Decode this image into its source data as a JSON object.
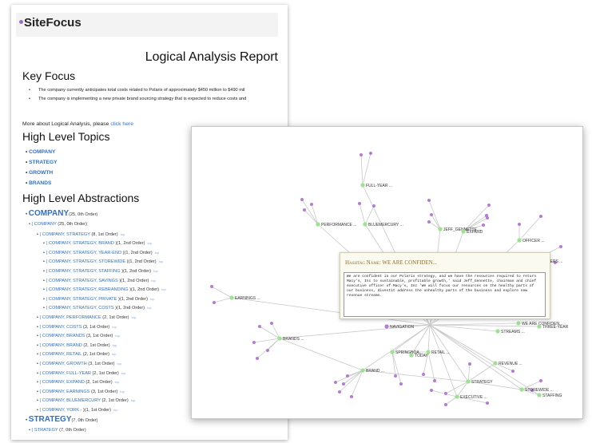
{
  "report": {
    "logo": "SiteFocus",
    "title": "Logical Analysis Report",
    "key_focus_heading": "Key Focus",
    "key_focus": [
      "The company currently anticipates total costs related to Polaris of approximately $450 million to $490 mil",
      "The company is implementing a new private brand sourcing strategy that is expected to reduce costs and"
    ],
    "more_prefix": "More about Logical Analysis, please ",
    "more_link": "click here",
    "topics_heading": "High Level Topics",
    "topics": [
      "COMPANY",
      "STRATEGY",
      "GROWTH",
      "BRANDS"
    ],
    "abstractions_heading": "High Level Abstractions",
    "abstractions": [
      {
        "level": "top",
        "label": "COMPANY",
        "meta": "(25, 0th Order)"
      },
      {
        "level": 1,
        "label": "( COMPANY",
        "meta": " (25, 0th Order)"
      },
      {
        "level": 2,
        "label": "( COMPANY, STRATEGY",
        "meta": " (8, 1st Order)"
      },
      {
        "level": 3,
        "label": "( COMPANY, STRATEGY, BRAND",
        "meta": " )(1, 2nd Order)"
      },
      {
        "level": 3,
        "label": "( COMPANY, STRATEGY, YEAR-END",
        "meta": " )(1, 2nd Order)"
      },
      {
        "level": 3,
        "label": "( COMPANY, STRATEGY, STOREWIDE",
        "meta": " )(1, 2nd Order)"
      },
      {
        "level": 3,
        "label": "( COMPANY, STRATEGY, STAFFING",
        "meta": " )(1, 2nd Order)"
      },
      {
        "level": 3,
        "label": "( COMPANY, STRATEGY, SAVINGS",
        "meta": " )(1, 2nd Order)"
      },
      {
        "level": 3,
        "label": "( COMPANY, STRATEGY, REBRANDING",
        "meta": " )(1, 2nd Order)"
      },
      {
        "level": 3,
        "label": "( COMPANY, STRATEGY, PRIVATE",
        "meta": " )(1, 2nd Order)"
      },
      {
        "level": 3,
        "label": "( COMPANY, STRATEGY, COSTS",
        "meta": " )(1, 2nd Order)"
      },
      {
        "level": 2,
        "label": "( COMPANY, PERFORMANCE",
        "meta": " (2, 1st Order)"
      },
      {
        "level": 2,
        "label": "( COMPANY, COSTS",
        "meta": " (3, 1st Order)"
      },
      {
        "level": 2,
        "label": "( COMPANY, BRANDS",
        "meta": " (3, 1st Order)"
      },
      {
        "level": 2,
        "label": "( COMPANY, BRAND",
        "meta": " (2, 1st Order)"
      },
      {
        "level": 2,
        "label": "( COMPANY, RETAIL",
        "meta": " (2, 1st Order)"
      },
      {
        "level": 2,
        "label": "( COMPANY, GROWTH",
        "meta": " (3, 1st Order)"
      },
      {
        "level": 2,
        "label": "( COMPANY, FULL-YEAR",
        "meta": " (2, 1st Order)"
      },
      {
        "level": 2,
        "label": "( COMPANY, EXPAND",
        "meta": " (2, 1st Order)"
      },
      {
        "level": 2,
        "label": "( COMPANY, EARNINGS",
        "meta": " (3, 1st Order)"
      },
      {
        "level": 2,
        "label": "( COMPANY, BLUEMERCURY",
        "meta": " (2, 1st Order)"
      },
      {
        "level": 2,
        "label": "( COMPANY, YORK -",
        "meta": " )(1, 1st Order)"
      },
      {
        "level": "top",
        "label": "STRATEGY",
        "meta": "(7, 0th Order)"
      },
      {
        "level": 1,
        "label": "( STRATEGY",
        "meta": " (7, 0th Order)"
      }
    ],
    "tag_text": "top"
  },
  "graph": {
    "node_color": "#9be38f",
    "leaf_color": "#b67ad6",
    "edge_color": "#c8c8c8",
    "nodes": [
      {
        "label": "FULL-YEAR ..."
      },
      {
        "label": "PERFORMANCE ..."
      },
      {
        "label": "BLUEMERCURY ..."
      },
      {
        "label": "JEFF_GENNETTE ..."
      },
      {
        "label": "EXPAND"
      },
      {
        "label": "OFFICER ..."
      },
      {
        "label": "SHOPPERS ..."
      },
      {
        "label": "EARNINGS ..."
      },
      {
        "label": "WE ARE CONFIDEN..."
      },
      {
        "label": "THREE-YEAR"
      },
      {
        "label": "NAVIGATION"
      },
      {
        "label": "STREAMS ..."
      },
      {
        "label": "BRANDS ..."
      },
      {
        "label": "SPRINGBOA..."
      },
      {
        "label": "RETAIL ..."
      },
      {
        "label": "TODAY"
      },
      {
        "label": "REVENUE ..."
      },
      {
        "label": "BRAND ..."
      },
      {
        "label": "STRATEGY"
      },
      {
        "label": "STOREWIDE ..."
      },
      {
        "label": "STAFFING"
      },
      {
        "label": "EXECUTIVE ..."
      }
    ]
  },
  "tooltip": {
    "title_small": "Hashtag Name:",
    "title_main": "WE ARE CONFIDEN...",
    "text": "We are confident in our Polaris strategy, and we have the resources required to return Macy's, Inc to sustainable, profitable growth,' said Jeff_Gennette, chairman and chief executive officer of Macy's, Inc 'We will focus our resources on the healthy parts of our business, divestit address the unhealthy parts of the business and explore new revenue streams."
  }
}
